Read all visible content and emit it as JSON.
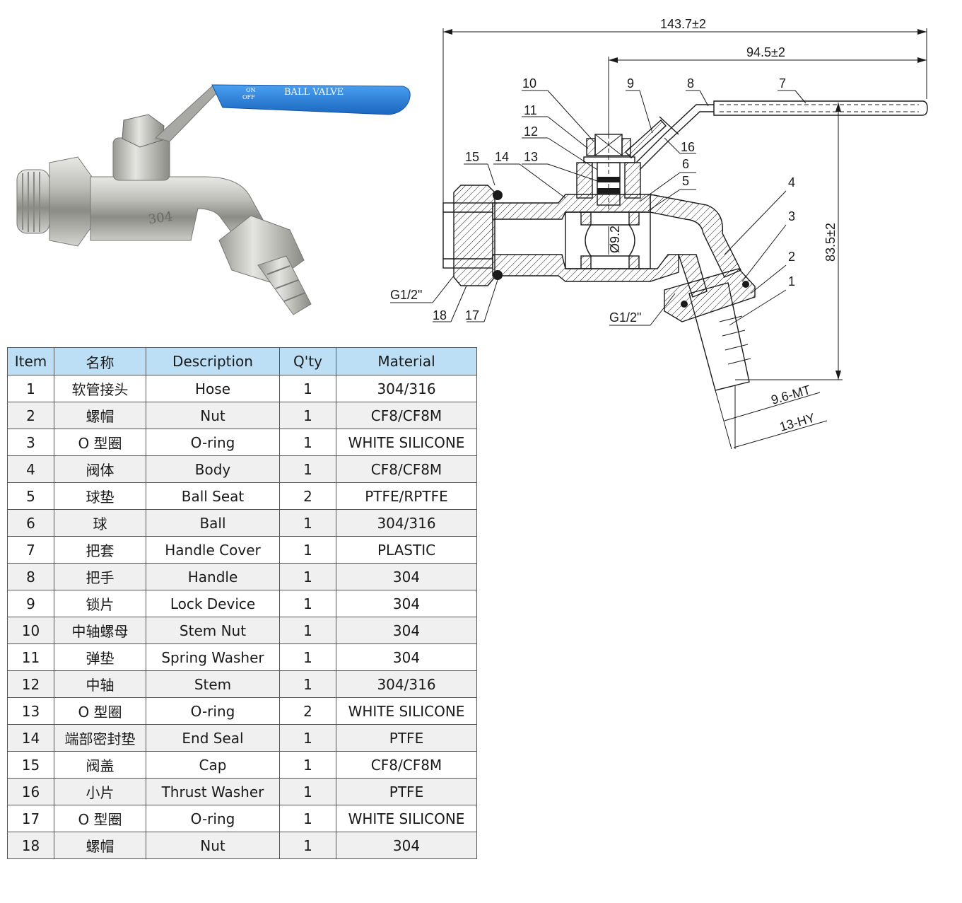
{
  "photo": {
    "handle_text": "BALL VALVE",
    "handle_on": "ON",
    "handle_off": "OFF",
    "body_mark": "304",
    "handle_color": "#2f7fd8"
  },
  "drawing": {
    "dim_overall": "143.7±2",
    "dim_handle": "94.5±2",
    "dim_height": "83.5±2",
    "dim_bore": "Ø9.2",
    "thread_inlet": "G1/2\"",
    "thread_outlet": "G1/2\"",
    "hose_mt": "9.6-MT",
    "hose_hy": "13-HY",
    "callouts": [
      "1",
      "2",
      "3",
      "4",
      "5",
      "6",
      "7",
      "8",
      "9",
      "10",
      "11",
      "12",
      "13",
      "14",
      "15",
      "16",
      "17",
      "18"
    ]
  },
  "table": {
    "headers": [
      "Item",
      "名称",
      "Description",
      "Q'ty",
      "Material"
    ],
    "rows": [
      {
        "item": "1",
        "cn": "软管接头",
        "desc": "Hose",
        "qty": "1",
        "mat": "304/316"
      },
      {
        "item": "2",
        "cn": "螺帽",
        "desc": "Nut",
        "qty": "1",
        "mat": "CF8/CF8M"
      },
      {
        "item": "3",
        "cn": "O 型圈",
        "desc": "O-ring",
        "qty": "1",
        "mat": "WHITE SILICONE"
      },
      {
        "item": "4",
        "cn": "阀体",
        "desc": "Body",
        "qty": "1",
        "mat": "CF8/CF8M"
      },
      {
        "item": "5",
        "cn": "球垫",
        "desc": "Ball Seat",
        "qty": "2",
        "mat": "PTFE/RPTFE"
      },
      {
        "item": "6",
        "cn": "球",
        "desc": "Ball",
        "qty": "1",
        "mat": "304/316"
      },
      {
        "item": "7",
        "cn": "把套",
        "desc": "Handle Cover",
        "qty": "1",
        "mat": "PLASTIC"
      },
      {
        "item": "8",
        "cn": "把手",
        "desc": "Handle",
        "qty": "1",
        "mat": "304"
      },
      {
        "item": "9",
        "cn": "锁片",
        "desc": "Lock Device",
        "qty": "1",
        "mat": "304"
      },
      {
        "item": "10",
        "cn": "中轴螺母",
        "desc": "Stem Nut",
        "qty": "1",
        "mat": "304"
      },
      {
        "item": "11",
        "cn": "弹垫",
        "desc": "Spring Washer",
        "qty": "1",
        "mat": "304"
      },
      {
        "item": "12",
        "cn": "中轴",
        "desc": "Stem",
        "qty": "1",
        "mat": "304/316"
      },
      {
        "item": "13",
        "cn": "O 型圈",
        "desc": "O-ring",
        "qty": "2",
        "mat": "WHITE SILICONE"
      },
      {
        "item": "14",
        "cn": "端部密封垫",
        "desc": "End Seal",
        "qty": "1",
        "mat": "PTFE"
      },
      {
        "item": "15",
        "cn": "阀盖",
        "desc": "Cap",
        "qty": "1",
        "mat": "CF8/CF8M"
      },
      {
        "item": "16",
        "cn": "小片",
        "desc": "Thrust Washer",
        "qty": "1",
        "mat": "PTFE"
      },
      {
        "item": "17",
        "cn": "O 型圈",
        "desc": "O-ring",
        "qty": "1",
        "mat": "WHITE SILICONE"
      },
      {
        "item": "18",
        "cn": "螺帽",
        "desc": "Nut",
        "qty": "1",
        "mat": "304"
      }
    ]
  }
}
